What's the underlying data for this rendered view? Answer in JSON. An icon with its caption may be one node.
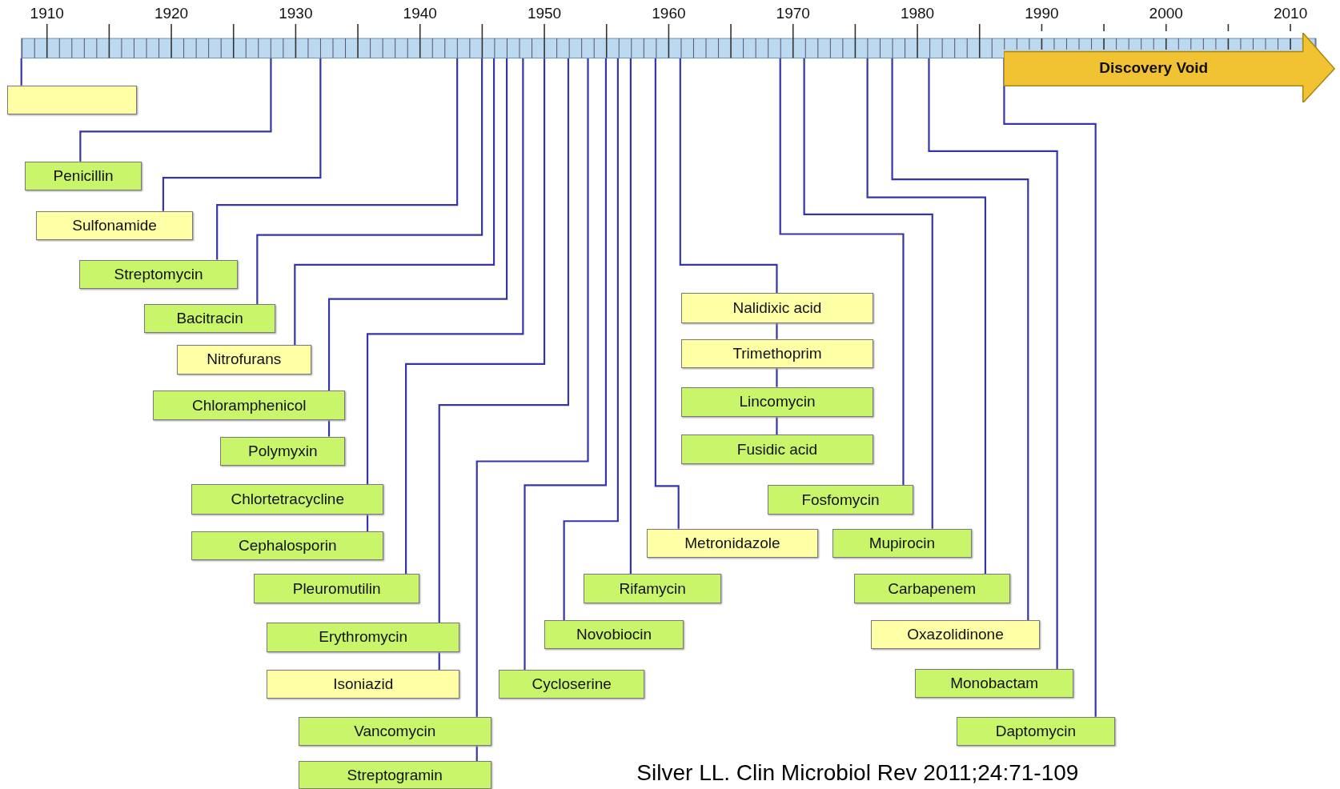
{
  "diagram": {
    "nodes": [
      {
        "text": [],
        "shape": "bar"
      },
      {
        "text": [],
        "shape": "box"
      },
      {
        "text": [
          "Discovery Void"
        ]
      },
      {
        "text": [
          "Penicillin"
        ]
      },
      {
        "text": [
          "Sulfonamide"
        ]
      },
      {
        "text": [
          "Streptomycin"
        ]
      },
      {
        "text": [
          "Bacitracin"
        ]
      },
      {
        "text": [
          "Nitrofurans"
        ]
      },
      {
        "text": [
          "Nalidixic acid"
        ]
      },
      {
        "text": [
          "Trimethoprim"
        ]
      },
      {
        "text": [
          "Chloramphenicol"
        ]
      },
      {
        "text": [
          "Lincomycin"
        ]
      },
      {
        "text": [
          "Polymyxin"
        ]
      },
      {
        "text": [
          "Fusidic acid"
        ]
      },
      {
        "text": [
          "Chlortetracycline"
        ]
      },
      {
        "text": [
          "Fosfomycin"
        ]
      },
      {
        "text": [
          "Cephalosporin"
        ]
      },
      {
        "text": [
          "Metronidazole"
        ]
      },
      {
        "text": [
          "Mupirocin"
        ]
      },
      {
        "text": [
          "Pleuromutilin"
        ]
      },
      {
        "text": [
          "Rifamycin"
        ]
      },
      {
        "text": [
          "Carbapenem"
        ]
      },
      {
        "text": [
          "Novobiocin"
        ]
      },
      {
        "text": [
          "Oxazolidinone"
        ]
      },
      {
        "text": [
          "Erythromycin"
        ]
      },
      {
        "text": [
          "Isoniazid"
        ]
      },
      {
        "text": [
          "Cycloserine"
        ]
      },
      {
        "text": [
          "Monobactam"
        ]
      },
      {
        "text": [
          "Vancomycin"
        ]
      },
      {
        "text": [
          "Daptomycin"
        ]
      },
      {
        "text": [
          "Streptogramin"
        ]
      }
    ],
    "edges": [
      {
        "from": 0,
        "to": 1,
        "arrow": "none"
      },
      {
        "from": 0,
        "to": 3,
        "arrow": "none"
      },
      {
        "from": 0,
        "to": 4,
        "arrow": "none"
      },
      {
        "from": 0,
        "to": 5,
        "arrow": "none"
      },
      {
        "from": 0,
        "to": 6,
        "arrow": "none"
      },
      {
        "from": 0,
        "to": 7,
        "arrow": "none"
      },
      {
        "from": 0,
        "to": 10,
        "arrow": "none"
      },
      {
        "from": 10,
        "to": 12,
        "arrow": "none"
      },
      {
        "from": 0,
        "to": 14,
        "arrow": "none"
      },
      {
        "from": 14,
        "to": 16,
        "arrow": "none"
      },
      {
        "from": 0,
        "to": 19,
        "arrow": "none"
      },
      {
        "from": 0,
        "to": 24,
        "arrow": "none"
      },
      {
        "from": 24,
        "to": 25,
        "arrow": "none"
      },
      {
        "from": 0,
        "to": 28,
        "arrow": "none"
      },
      {
        "from": 28,
        "to": 30,
        "arrow": "none"
      },
      {
        "from": 0,
        "to": 26,
        "arrow": "none"
      },
      {
        "from": 0,
        "to": 22,
        "arrow": "none"
      },
      {
        "from": 0,
        "to": 20,
        "arrow": "none"
      },
      {
        "from": 0,
        "to": 17,
        "arrow": "none"
      },
      {
        "from": 0,
        "to": 8,
        "arrow": "none"
      },
      {
        "from": 8,
        "to": 9,
        "arrow": "none"
      },
      {
        "from": 9,
        "to": 11,
        "arrow": "none"
      },
      {
        "from": 11,
        "to": 13,
        "arrow": "none"
      },
      {
        "from": 0,
        "to": 15,
        "arrow": "none"
      },
      {
        "from": 0,
        "to": 18,
        "arrow": "none"
      },
      {
        "from": 0,
        "to": 21,
        "arrow": "none"
      },
      {
        "from": 0,
        "to": 23,
        "arrow": "none"
      },
      {
        "from": 0,
        "to": 27,
        "arrow": "none"
      },
      {
        "from": 0,
        "to": 29,
        "arrow": "none"
      }
    ],
    "labels": [
      "1910",
      "1920",
      "1930",
      "1940",
      "1950",
      "1960",
      "1970",
      "1980",
      "1990",
      "2000",
      "2010",
      "Silver LL. Clin Microbiol Rev 2011;24:71-109"
    ]
  }
}
